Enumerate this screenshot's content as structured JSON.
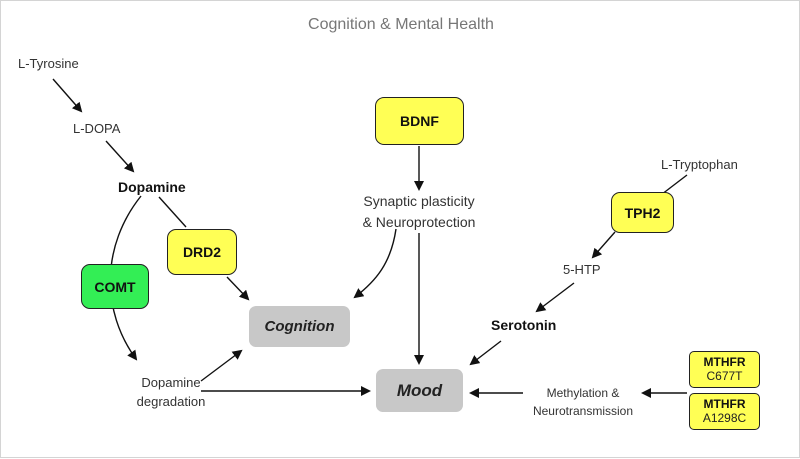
{
  "title": "Cognition & Mental Health",
  "nodes": {
    "l_tyrosine": "L-Tyrosine",
    "l_dopa": "L-DOPA",
    "dopamine": "Dopamine",
    "comt": "COMT",
    "drd2": "DRD2",
    "dopamine_degradation_line1": "Dopamine",
    "dopamine_degradation_line2": "degradation",
    "bdnf": "BDNF",
    "synaptic_line1": "Synaptic plasticity",
    "synaptic_line2": "& Neuroprotection",
    "cognition": "Cognition",
    "mood": "Mood",
    "l_tryptophan": "L-Tryptophan",
    "tph2": "TPH2",
    "five_htp": "5-HTP",
    "serotonin": "Serotonin",
    "methylation_line1": "Methylation &",
    "methylation_line2": "Neurotransmission",
    "mthfr_1_gene": "MTHFR",
    "mthfr_1_variant": "C677T",
    "mthfr_2_gene": "MTHFR",
    "mthfr_2_variant": "A1298C"
  },
  "colors": {
    "gene_box": "#ffff55",
    "comt_box": "#33ee55",
    "outcome_box": "#c8c8c8",
    "arrow": "#111111",
    "title": "#777777"
  }
}
